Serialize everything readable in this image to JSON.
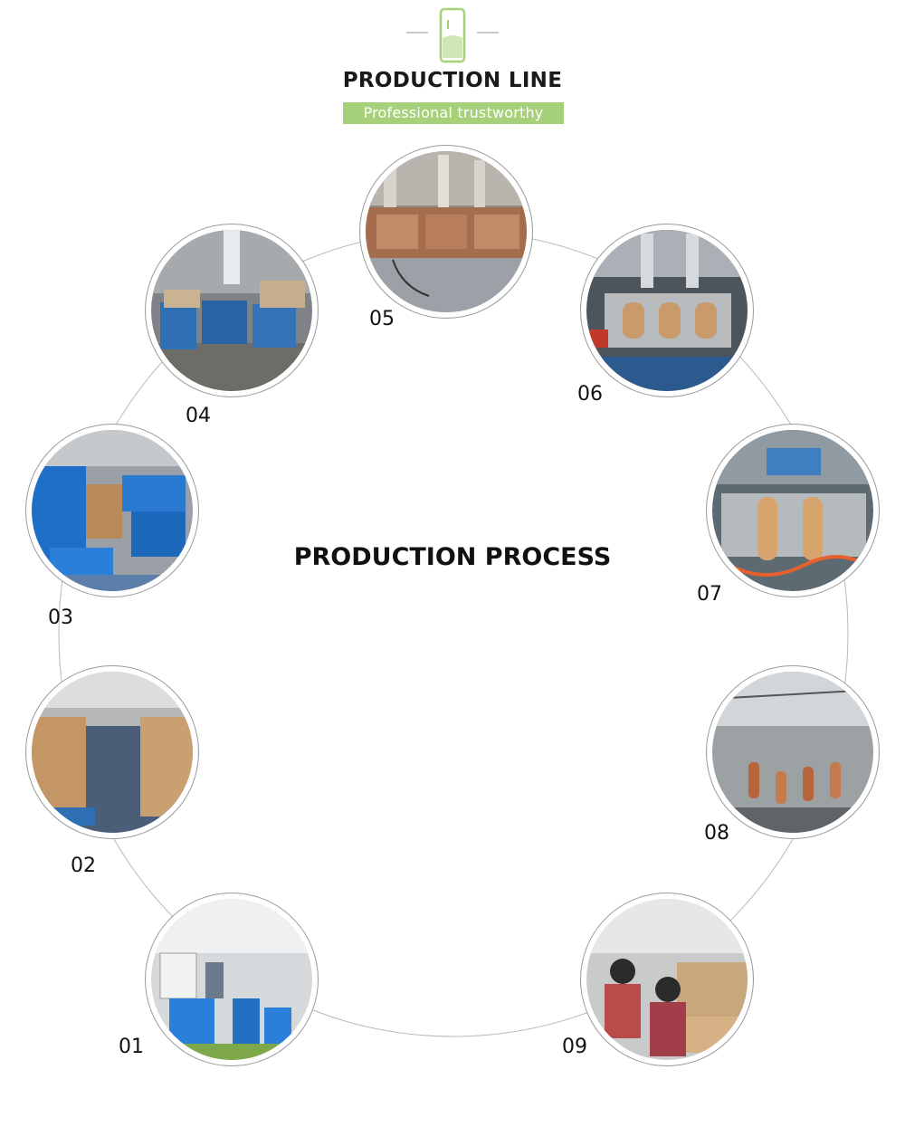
{
  "header": {
    "title": "PRODUCTION LINE",
    "subtitle": "Professional trustworthy",
    "icon": "bottle-icon",
    "accent_color": "#a6d07a"
  },
  "main": {
    "title": "PRODUCTION PROCESS"
  },
  "steps": [
    {
      "label": "01"
    },
    {
      "label": "02"
    },
    {
      "label": "03"
    },
    {
      "label": "04"
    },
    {
      "label": "05"
    },
    {
      "label": "06"
    },
    {
      "label": "07"
    },
    {
      "label": "08"
    },
    {
      "label": "09"
    }
  ]
}
